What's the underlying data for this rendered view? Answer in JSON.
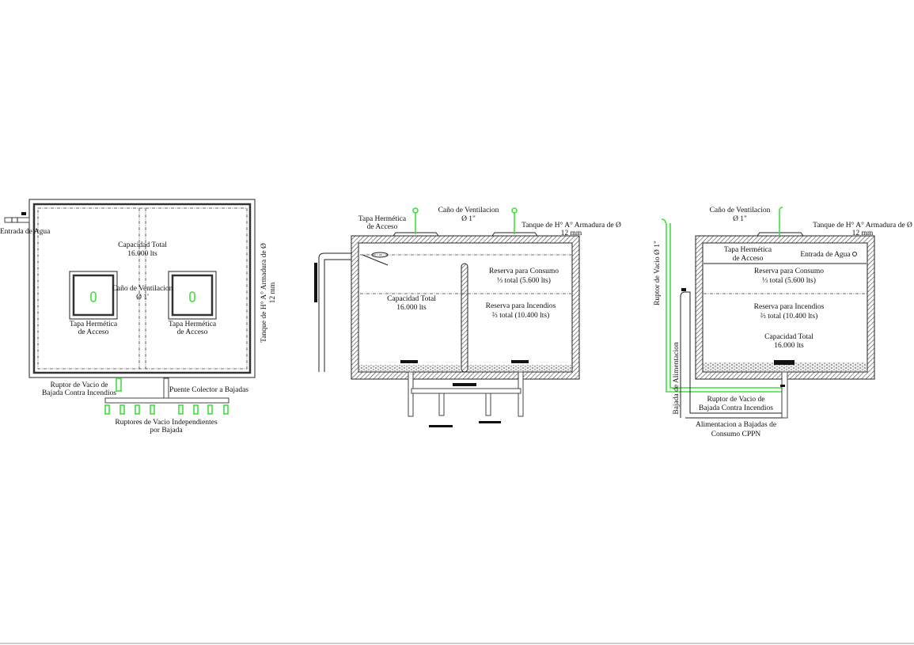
{
  "colors": {
    "accent_green": "#3ee03e",
    "lines": "#222222",
    "background": "#ffffff"
  },
  "plan": {
    "water_inlet": "Entrada de Agua",
    "capacity_title": "Capacidad Total",
    "capacity_value": "16.000 lts",
    "vent_title": "Caño de Ventilacion",
    "vent_size": "Ø 1'",
    "hatch_left_1": "Tapa Hermética",
    "hatch_left_2": "de Acceso",
    "hatch_right_1": "Tapa Hermética",
    "hatch_right_2": "de Acceso",
    "tank_spec_1": "Tanque de H° A° Armadura de Ø",
    "tank_spec_2": "12 mm",
    "fire_breaker_1": "Ruptor de Vacio de",
    "fire_breaker_2": "Bajada Contra Incendios",
    "collector": "Puente Colector a Bajadas",
    "breakers_1": "Ruptores de Vacio Independientes",
    "breakers_2": "por Bajada"
  },
  "section_a": {
    "hatch_1": "Tapa Hermética",
    "hatch_2": "de Acceso",
    "vent_title": "Caño de Ventilacion",
    "vent_size": "Ø 1\"",
    "tank_spec_1": "Tanque de H° A° Armadura de Ø",
    "tank_spec_2": "12 mm",
    "consumption_1": "Reserva para Consumo",
    "consumption_2": "⅓ total (5.600 lts)",
    "capacity_title": "Capacidad Total",
    "capacity_value": "16.000 lts",
    "fire_1": "Reserva para Incendios",
    "fire_2": "⅔ total (10.400 lts)"
  },
  "section_b": {
    "vent_title": "Caño de Ventilacion",
    "vent_size": "Ø 1\"",
    "tank_spec_1": "Tanque de H° A° Armadura de Ø",
    "tank_spec_2": "12 mm",
    "hatch_1": "Tapa Hermética",
    "hatch_2": "de Acceso",
    "water_inlet": "Entrada de Agua",
    "consumption_1": "Reserva para Consumo",
    "consumption_2": "⅓ total (5.600 lts)",
    "fire_1": "Reserva para Incendios",
    "fire_2": "⅔ total (10.400 lts)",
    "capacity_title": "Capacidad Total",
    "capacity_value": "16.000 lts",
    "vacuum_breaker": "Ruptor de Vacio Ø 1\"",
    "supply_down": "Bajada de Alimentacion",
    "fire_breaker_1": "Ruptor de Vacio de",
    "fire_breaker_2": "Bajada Contra Incendios",
    "supply_1": "Alimentacion a Bajadas de",
    "supply_2": "Consumo CPPN"
  }
}
